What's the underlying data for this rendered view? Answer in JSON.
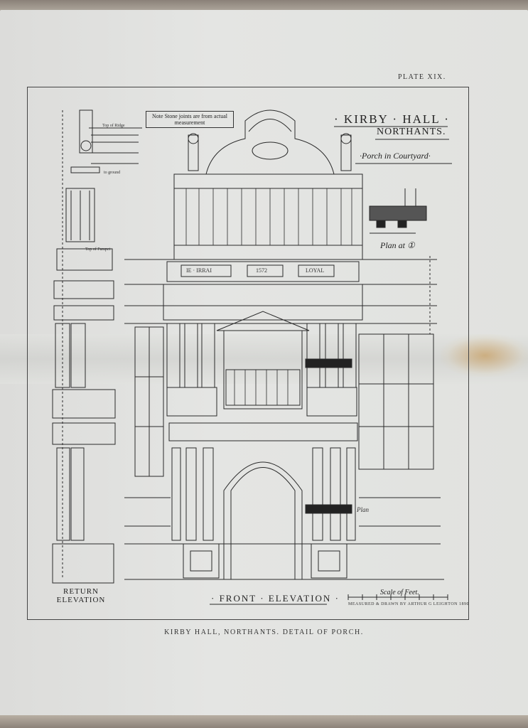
{
  "plate": {
    "number": "PLATE XIX.",
    "caption": "KIRBY HALL, NORTHANTS.  DETAIL OF PORCH."
  },
  "drawing": {
    "title_line1": "· KIRBY · HALL ·",
    "title_line2": "NORTHANTS.",
    "title_line3": "·Porch in Courtyard·",
    "note": "Note Stone joints are from actual measurement",
    "plan_label": "Plan at ①",
    "plan_callout": "Plan",
    "return_elevation": "RETURN ELEVATION",
    "front_elevation": "· FRONT · ELEVATION ·",
    "scale_label": "Scale of Feet.",
    "credit": "MEASURED & DRAWN BY ARTHUR G LEIGHTON 1890",
    "top_of_ridge": "Top of Ridge",
    "top_of_parapet": "Top of Parapet",
    "to_ground": "to ground",
    "frieze_words": [
      "IE · IRRAI",
      "1572",
      "LOYAL"
    ]
  }
}
